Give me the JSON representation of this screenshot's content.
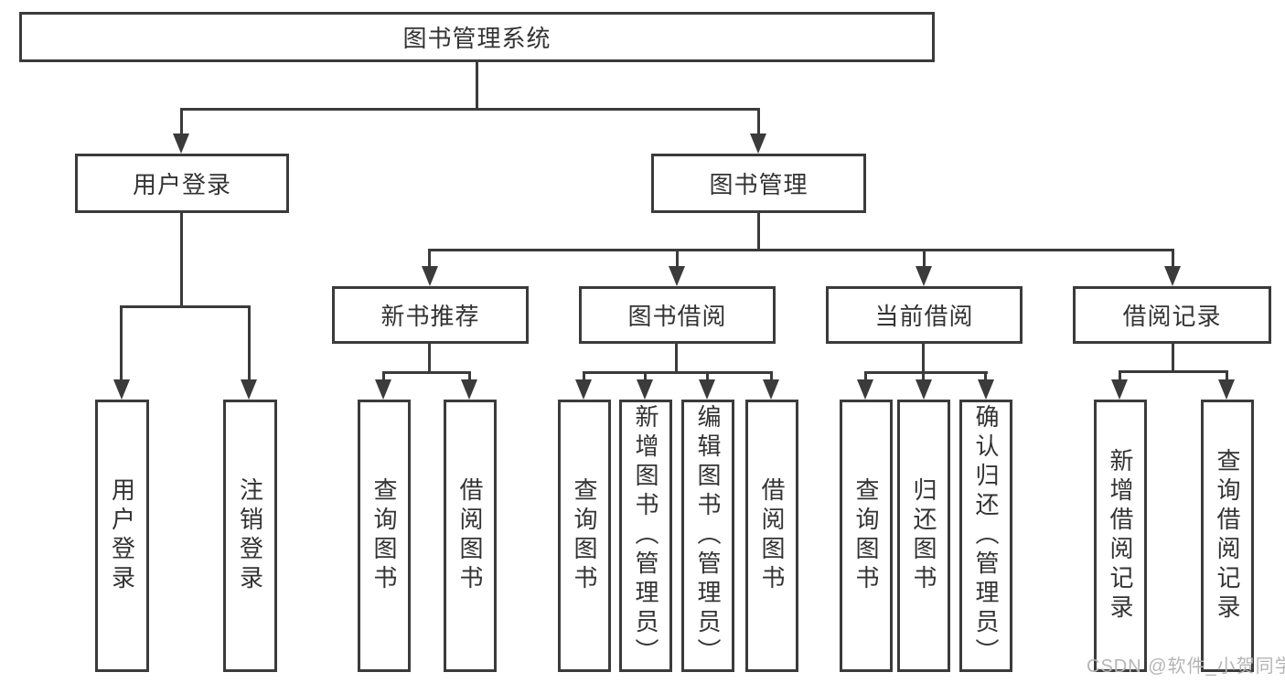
{
  "diagram": {
    "title": "图书管理系统",
    "level2": [
      {
        "label": "用户登录"
      },
      {
        "label": "图书管理"
      }
    ],
    "level3": [
      {
        "label": "新书推荐"
      },
      {
        "label": "图书借阅"
      },
      {
        "label": "当前借阅"
      },
      {
        "label": "借阅记录"
      }
    ],
    "leaves": [
      {
        "label": "用户登录"
      },
      {
        "label": "注销登录"
      },
      {
        "label": "查询图书"
      },
      {
        "label": "借阅图书"
      },
      {
        "label": "查询图书"
      },
      {
        "label": "新增图书（管理员）"
      },
      {
        "label": "编辑图书（管理员）"
      },
      {
        "label": "借阅图书"
      },
      {
        "label": "查询图书"
      },
      {
        "label": "归还图书"
      },
      {
        "label": "确认归还（管理员）"
      },
      {
        "label": "新增借阅记录"
      },
      {
        "label": "查询借阅记录"
      }
    ]
  },
  "colors": {
    "line": "#3b3b3b",
    "text": "#333333",
    "background": "#ffffff",
    "watermark": "#b5b5b5"
  },
  "watermark": {
    "text": "CSDN @软件_小贺同学"
  }
}
